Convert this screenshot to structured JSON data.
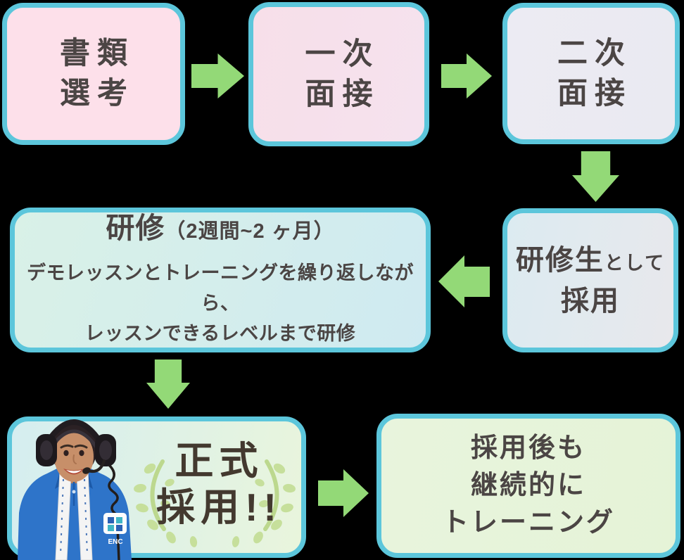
{
  "palette": {
    "page-bg": "#000000",
    "border-cyan": "#5cc6db",
    "arrow-green": "#93d977",
    "text-dark": "#4b4544",
    "text-brown": "#43392f",
    "leaf-green": "#c6df9b",
    "box1-bg": "#fde0ea",
    "box2-bg-left": "#f7dfe9",
    "box2-bg-right": "#f5e2ee",
    "box3-bg-left": "#ecebf3",
    "box3-bg-right": "#eaeaf1",
    "box4-bg-left": "#dcebf1",
    "box4-bg-right": "#e8e8ec",
    "box5-bg-left": "#d9f1e7",
    "box5-bg-right": "#cfeaf1",
    "box6-bg-left": "#d5eef0",
    "box6-bg-right": "#e9f5dc",
    "box7-bg-left": "#e8f4dd",
    "box7-bg-right": "#e5f3d7"
  },
  "steps": {
    "document_screening": {
      "line1": "書類",
      "line2": "選考"
    },
    "first_interview": {
      "line1": "一次",
      "line2": "面接"
    },
    "second_interview": {
      "line1": "二次",
      "line2": "面接"
    },
    "trainee_hired": {
      "big1": "研修生",
      "small": "として",
      "big2": "採用"
    },
    "training": {
      "title_main": "研修",
      "title_note": "（2週間~2 ヶ月）",
      "body_line1": "デモレッスンとトレーニングを繰り返しながら、",
      "body_line2": "レッスンできるレベルまで研修"
    },
    "official_hire": {
      "line1": "正式",
      "line2": "採用!!"
    },
    "continuous_training": {
      "line1": "採用後も",
      "line2": "継続的に",
      "line3": "トレーニング"
    }
  },
  "photo": {
    "badge_text": "ENC"
  }
}
